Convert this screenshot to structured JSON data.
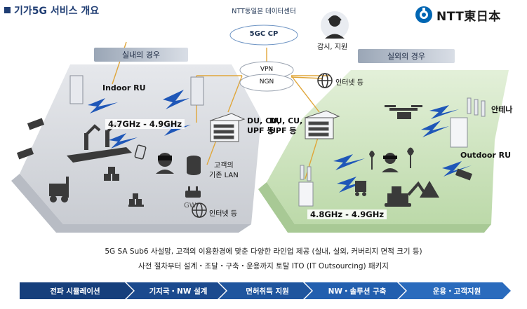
{
  "title": "기가5G 서비스 개요",
  "logo": {
    "text": "NTT東日本"
  },
  "datacenter": {
    "label": "NTT동일본 데이터센터",
    "core": "5GC CP"
  },
  "network": {
    "vpn": "VPN",
    "ngn": "NGN",
    "internet": "인터넷 등"
  },
  "monitoring": {
    "label": "감시, 지원"
  },
  "indoor": {
    "zone_label": "실내의 경우",
    "ru_label": "Indoor RU",
    "frequency": "4.7GHz - 4.9GHz",
    "du_label": "DU, CU,\nUPF 등",
    "lan_label": "고객의\n기존 LAN",
    "gw_label": "GW",
    "internet_label": "인터넷 등"
  },
  "outdoor": {
    "zone_label": "실외의 경우",
    "antenna_label": "안테나",
    "ru_label": "Outdoor RU",
    "frequency": "4.8GHz - 4.9GHz",
    "du_label": "DU, CU,\nUPF 등"
  },
  "description": {
    "line1": "5G SA Sub6 사설망, 고객의 이용환경에 맞춘 다양한 라인업 제공 (실내, 실외, 커버리지 면적 크기 등)",
    "line2": "사전 절차부터 설계・조달・구축・운용까지 토탈 ITO (IT Outsourcing) 패키지"
  },
  "process_steps": [
    "전파 시뮬레이션",
    "기지국・NW 설계",
    "면허취득 지원",
    "NW・솔루션 구축",
    "운용・고객지원"
  ],
  "colors": {
    "brand": "#1f3d73",
    "ntt_blue": "#0066b3",
    "step_dark": "#153f7a",
    "step_mid": "#1e5aa3",
    "indoor_floor": "#d6d8dc",
    "outdoor_floor": "#cfe5c1",
    "signal": "#1f57b8"
  }
}
